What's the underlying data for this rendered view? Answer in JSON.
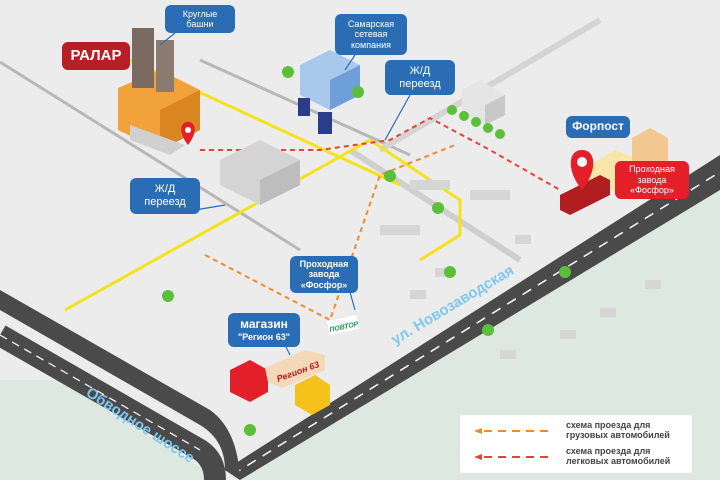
{
  "labels": {
    "ralar": "РАЛАР",
    "towers": [
      "Круглые",
      "башни"
    ],
    "samara_grid": [
      "Самарская",
      "сетевая",
      "компания"
    ],
    "rail_crossing_top": [
      "Ж/Д",
      "переезд"
    ],
    "rail_crossing_left": [
      "Ж/Д",
      "переезд"
    ],
    "forpost": "Форпост",
    "gate_red": [
      "Проходная",
      "завода",
      "«Фосфор»"
    ],
    "gate_blue": [
      "Проходная",
      "завода",
      "«Фосфор»"
    ],
    "shop": [
      "магазин",
      "\"Регион 63\""
    ],
    "shop_sign": "Регион 63",
    "povtor_sign": "ПОВТОР"
  },
  "roads": {
    "main": "ул. Новозаводская",
    "bypass": "Обводное шоссе"
  },
  "legend": {
    "trucks": [
      "схема проезда для",
      "грузовых автомобилей"
    ],
    "cars": [
      "схема проезда для",
      "легковых автомобилей"
    ]
  },
  "colors": {
    "truck_route": "#f08a2c",
    "car_route": "#e3443a",
    "callout_blue": "#2a6db5",
    "callout_red": "#e3202a",
    "rail_yellow": "#f5e21a",
    "road": "#4a4a4a"
  }
}
